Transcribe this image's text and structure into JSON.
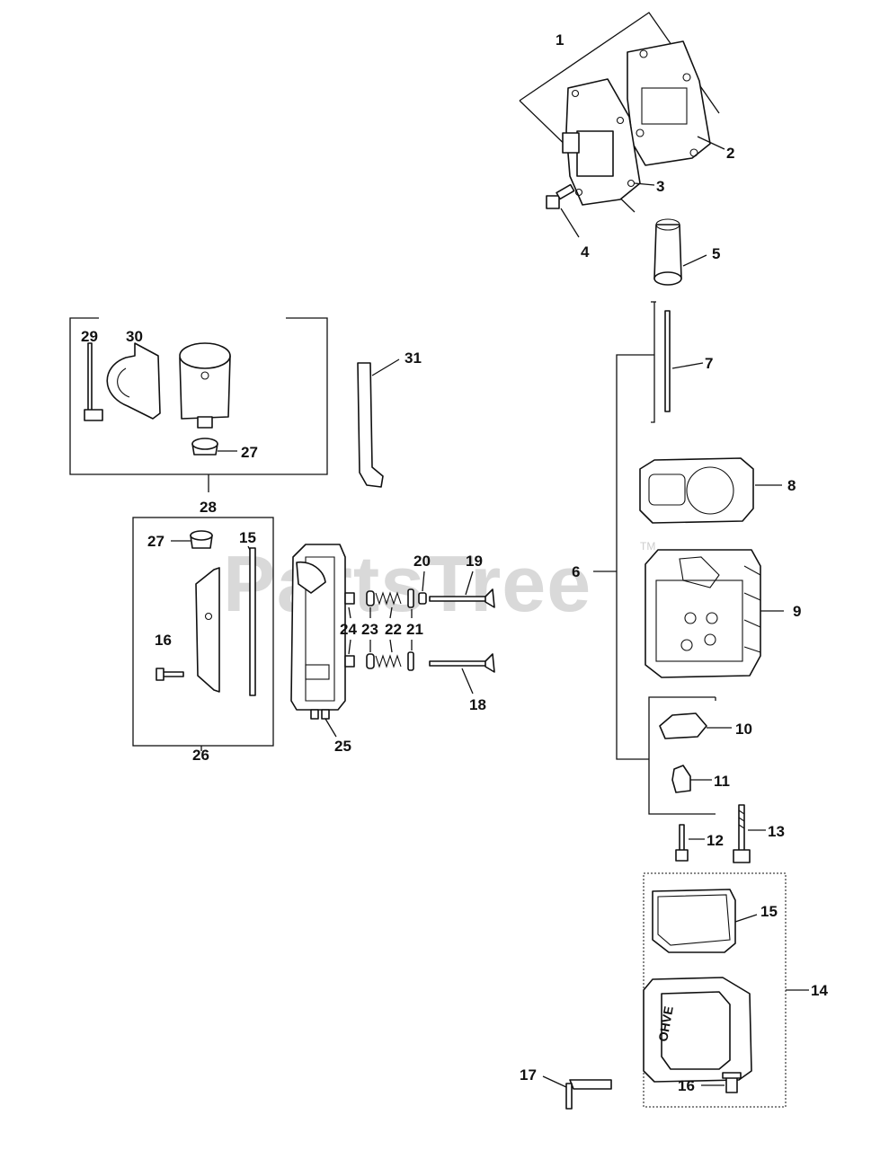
{
  "watermark": {
    "brand": "PartsTree",
    "tm": "TM"
  },
  "cover_stamp": "OHVE",
  "callouts": [
    {
      "id": "1",
      "label": "1"
    },
    {
      "id": "2",
      "label": "2"
    },
    {
      "id": "3",
      "label": "3"
    },
    {
      "id": "4",
      "label": "4"
    },
    {
      "id": "5",
      "label": "5"
    },
    {
      "id": "6",
      "label": "6"
    },
    {
      "id": "7",
      "label": "7"
    },
    {
      "id": "8",
      "label": "8"
    },
    {
      "id": "9",
      "label": "9"
    },
    {
      "id": "10",
      "label": "10"
    },
    {
      "id": "11",
      "label": "11"
    },
    {
      "id": "12",
      "label": "12"
    },
    {
      "id": "13",
      "label": "13"
    },
    {
      "id": "14",
      "label": "14"
    },
    {
      "id": "15a",
      "label": "15"
    },
    {
      "id": "16a",
      "label": "16"
    },
    {
      "id": "17",
      "label": "17"
    },
    {
      "id": "18",
      "label": "18"
    },
    {
      "id": "19",
      "label": "19"
    },
    {
      "id": "20",
      "label": "20"
    },
    {
      "id": "21",
      "label": "21"
    },
    {
      "id": "22",
      "label": "22"
    },
    {
      "id": "23",
      "label": "23"
    },
    {
      "id": "24",
      "label": "24"
    },
    {
      "id": "25",
      "label": "25"
    },
    {
      "id": "26",
      "label": "26"
    },
    {
      "id": "27a",
      "label": "27"
    },
    {
      "id": "28",
      "label": "28"
    },
    {
      "id": "29",
      "label": "29"
    },
    {
      "id": "30",
      "label": "30"
    },
    {
      "id": "31",
      "label": "31"
    },
    {
      "id": "27b",
      "label": "27"
    },
    {
      "id": "15b",
      "label": "15"
    },
    {
      "id": "16b",
      "label": "16"
    }
  ]
}
